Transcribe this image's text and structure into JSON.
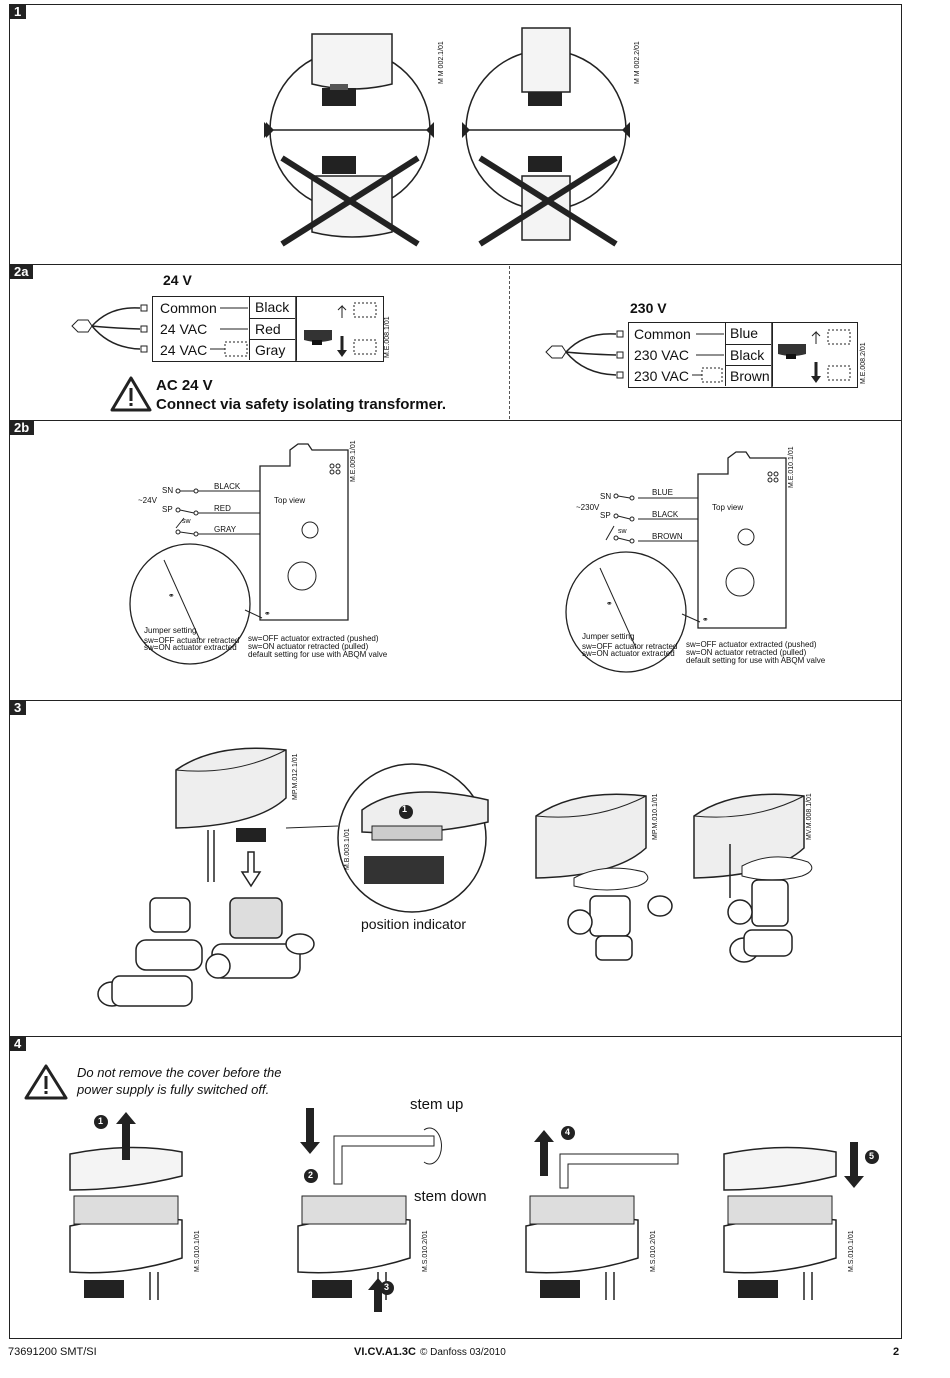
{
  "sections": {
    "s1": {
      "tag": "1",
      "ref_left": "M M 002.1/01",
      "ref_right": "M M 002.2/01"
    },
    "s2a": {
      "tag": "2a",
      "v24": {
        "title": "24 V",
        "rows": [
          {
            "term": "Common",
            "color": "Black"
          },
          {
            "term": "24 VAC",
            "color": "Red"
          },
          {
            "term": "24 VAC",
            "color": "Gray"
          }
        ],
        "ref": "M.E.008.1/01",
        "warning_line1": "AC 24 V",
        "warning_line2": "Connect via safety isolating transformer."
      },
      "v230": {
        "title": "230 V",
        "rows": [
          {
            "term": "Common",
            "color": "Blue"
          },
          {
            "term": "230 VAC",
            "color": "Black"
          },
          {
            "term": "230 VAC",
            "color": "Brown"
          }
        ],
        "ref": "M.E.008.2/01"
      }
    },
    "s2b": {
      "tag": "2b",
      "left": {
        "sn": "SN",
        "sp": "SP",
        "sw": "sw",
        "supply": "~24V",
        "wires": [
          "BLACK",
          "RED",
          "GRAY"
        ],
        "top_view": "Top view",
        "ref": "M.E.009.1/01",
        "jumper": "Jumper setting",
        "jumper_off": "sw=OFF actuator retracted",
        "jumper_on": "sw=ON  actuator extracted",
        "note1": "sw=OFF actuator extracted (pushed)",
        "note2": "sw=ON  actuator retracted (pulled)",
        "note3": "default setting for use with ABQM valve"
      },
      "right": {
        "sn": "SN",
        "sp": "SP",
        "sw": "sw",
        "supply": "~230V",
        "wires": [
          "BLUE",
          "BLACK",
          "BROWN"
        ],
        "top_view": "Top view",
        "ref": "M.E.010.1/01",
        "jumper": "Jumper setting",
        "jumper_off": "sw=OFF actuator retracted",
        "jumper_on": "sw=ON  actuator extracted",
        "note1": "sw=OFF actuator extracted (pushed)",
        "note2": "sw=ON  actuator retracted (pulled)",
        "note3": "default setting for use with ABQM valve"
      }
    },
    "s3": {
      "tag": "3",
      "ref1": "MP.M.012.1/01",
      "ref2": "M.B.003.1/01",
      "ref3": "MP.M.010.1/01",
      "ref4": "MV.M.008.1/01",
      "callout": "1",
      "caption": "position indicator"
    },
    "s4": {
      "tag": "4",
      "warning_line1": "Do not remove the cover before the",
      "warning_line2": "power supply is fully switched off.",
      "stem_up": "stem up",
      "stem_down": "stem down",
      "steps": [
        "1",
        "2",
        "3",
        "4",
        "5"
      ],
      "refs": [
        "M.S.010.1/01",
        "M.S.010.2/01",
        "M.S.010.2/01",
        "M.S.010.1/01"
      ]
    }
  },
  "footer": {
    "left": "73691200 SMT/SI",
    "center_bold": "VI.CV.A1.3C",
    "center_rest": "© Danfoss 03/2010",
    "page": "2"
  }
}
